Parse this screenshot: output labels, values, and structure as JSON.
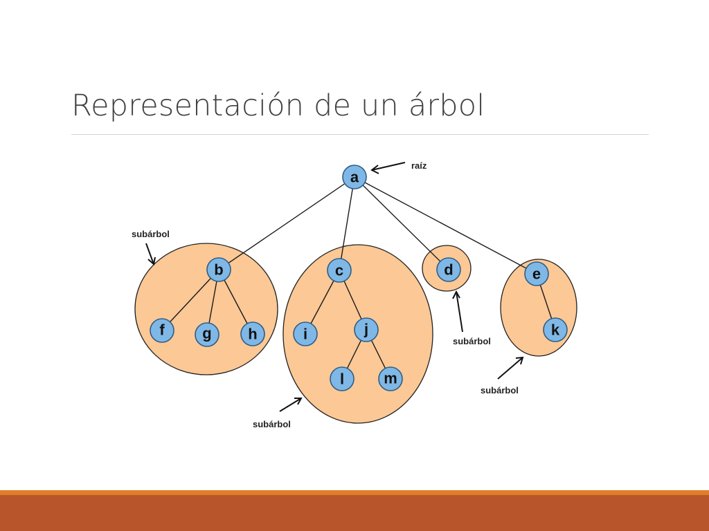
{
  "slide": {
    "title": "Representación de un árbol"
  },
  "diagram": {
    "root_label": "raíz",
    "subtree_label": "subárbol",
    "nodes": {
      "a": "a",
      "b": "b",
      "c": "c",
      "d": "d",
      "e": "e",
      "f": "f",
      "g": "g",
      "h": "h",
      "i": "i",
      "j": "j",
      "k": "k",
      "l": "l",
      "m": "m"
    },
    "edges": [
      [
        "a",
        "b"
      ],
      [
        "a",
        "c"
      ],
      [
        "a",
        "d"
      ],
      [
        "a",
        "e"
      ],
      [
        "b",
        "f"
      ],
      [
        "b",
        "g"
      ],
      [
        "b",
        "h"
      ],
      [
        "c",
        "i"
      ],
      [
        "c",
        "j"
      ],
      [
        "j",
        "l"
      ],
      [
        "j",
        "m"
      ],
      [
        "e",
        "k"
      ]
    ],
    "colors": {
      "node_fill": "#7fb8e6",
      "subtree_fill": "#fbc896",
      "accent_bar": "#e07f2a",
      "footer_bar": "#b9552b"
    }
  }
}
